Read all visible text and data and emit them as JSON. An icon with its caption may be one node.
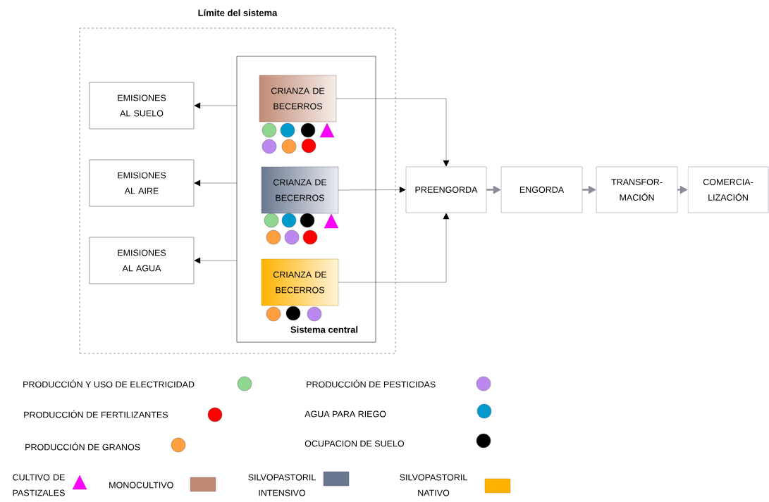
{
  "diagram": {
    "nodes": [
      {
        "text": [
          "Límite del sistema"
        ]
      },
      {
        "text": [
          "Sistema central"
        ],
        "in": 0
      },
      {
        "text": [
          "CRIANZA DE BECERROS"
        ],
        "in": 1
      },
      {
        "text": [
          "CRIANZA DE BECERROS"
        ],
        "in": 1
      },
      {
        "text": [
          "CRIANZA DE BECERROS"
        ],
        "in": 1
      },
      {
        "text": [
          "EMISIONES AL SUELO"
        ],
        "in": 0
      },
      {
        "text": [
          "EMISIONES AL AIRE"
        ],
        "in": 0
      },
      {
        "text": [
          "EMISIONES AL AGUA"
        ],
        "in": 0
      },
      {
        "text": [
          "PREENGORDA"
        ]
      },
      {
        "text": [
          "ENGORDA"
        ]
      },
      {
        "text": [
          "TRANSFOR- MACIÓN"
        ]
      },
      {
        "text": [
          "COMERCIA- LIZACIÓN"
        ]
      }
    ],
    "edges": [
      {
        "from": 1,
        "to": 5,
        "arrow": "to"
      },
      {
        "from": 1,
        "to": 6,
        "arrow": "to"
      },
      {
        "from": 1,
        "to": 7,
        "arrow": "to"
      },
      {
        "from": 2,
        "to": 8,
        "arrow": "to"
      },
      {
        "from": 3,
        "to": 8,
        "arrow": "to"
      },
      {
        "from": 4,
        "to": 8,
        "arrow": "to"
      },
      {
        "from": 8,
        "to": 9,
        "arrow": "to",
        "style": "thick",
        "color": "#8e8a99"
      },
      {
        "from": 9,
        "to": 10,
        "arrow": "to",
        "style": "thick",
        "color": "#8e8a99"
      },
      {
        "from": 10,
        "to": 11,
        "arrow": "to",
        "style": "thick",
        "color": "#8e8a99"
      }
    ],
    "legend": [
      {
        "text": "PRODUCCIÓN Y USO DE ELECTRICIDAD",
        "color": "#8fd68f"
      },
      {
        "text": "PRODUCCIÓN DE PESTICIDAS",
        "color": "#bb88f0"
      },
      {
        "text": "PRODUCCIÓN DE FERTILIZANTES",
        "color": "#ff0000"
      },
      {
        "text": "AGUA PARA RIEGO",
        "color": "#0099cc"
      },
      {
        "text": "PRODUCCIÓN DE GRANOS",
        "color": "#ff9f40"
      },
      {
        "text": "OCUPACION DE SUELO",
        "color": "#000000"
      },
      {
        "text": "CULTIVO DE PASTIZALES",
        "color": "#ff00ff"
      },
      {
        "text": "MONOCULTIVO",
        "color": "#c08a74"
      },
      {
        "text": "SILVOPASTORIL INTENSIVO",
        "color": "#6a7790"
      },
      {
        "text": "SILVOPASTORIL NATIVO",
        "color": "#ffb300"
      }
    ]
  }
}
